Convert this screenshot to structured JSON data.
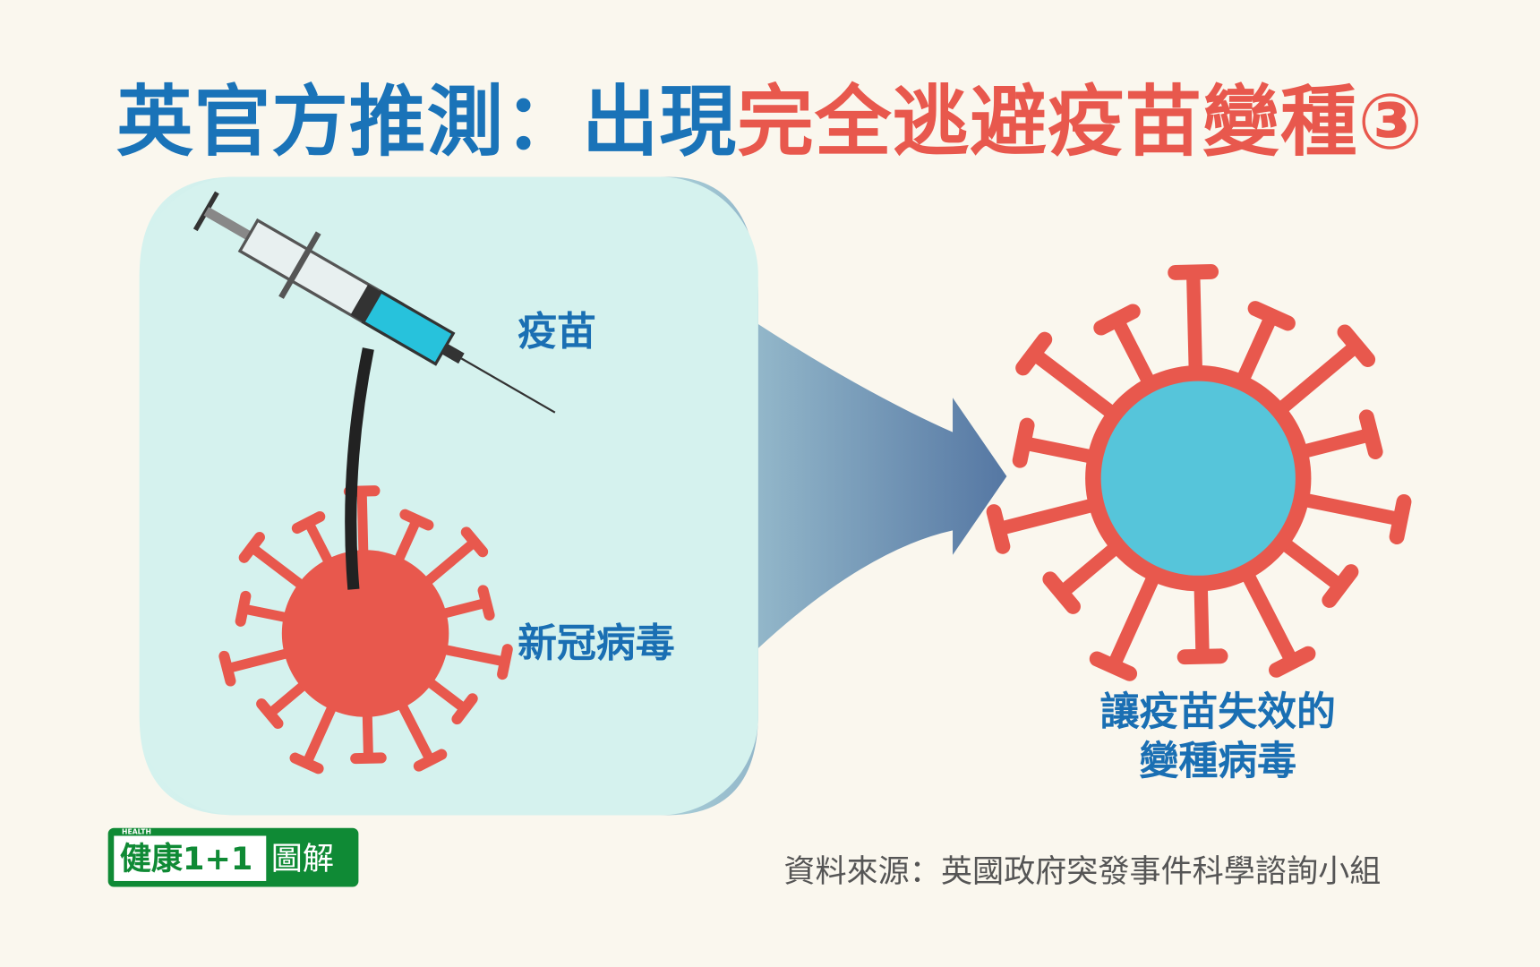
{
  "title": {
    "part1": "英官方推測：出現",
    "part2": "完全逃避疫苗變種③"
  },
  "labels": {
    "vaccine": "疫苗",
    "covid": "新冠病毒",
    "variant_line1": "讓疫苗失效的",
    "variant_line2": "變種病毒"
  },
  "source": "資料來源：英國政府突發事件科學諮詢小組",
  "logo": {
    "tag": "HEALTH",
    "main": "健康1+1",
    "sub": "圖解"
  },
  "colors": {
    "blue": "#1a73b8",
    "red": "#e8584d",
    "panel": "#d5f2ee",
    "virus_core": "#56c5da",
    "logo_green": "#0f8a35"
  }
}
